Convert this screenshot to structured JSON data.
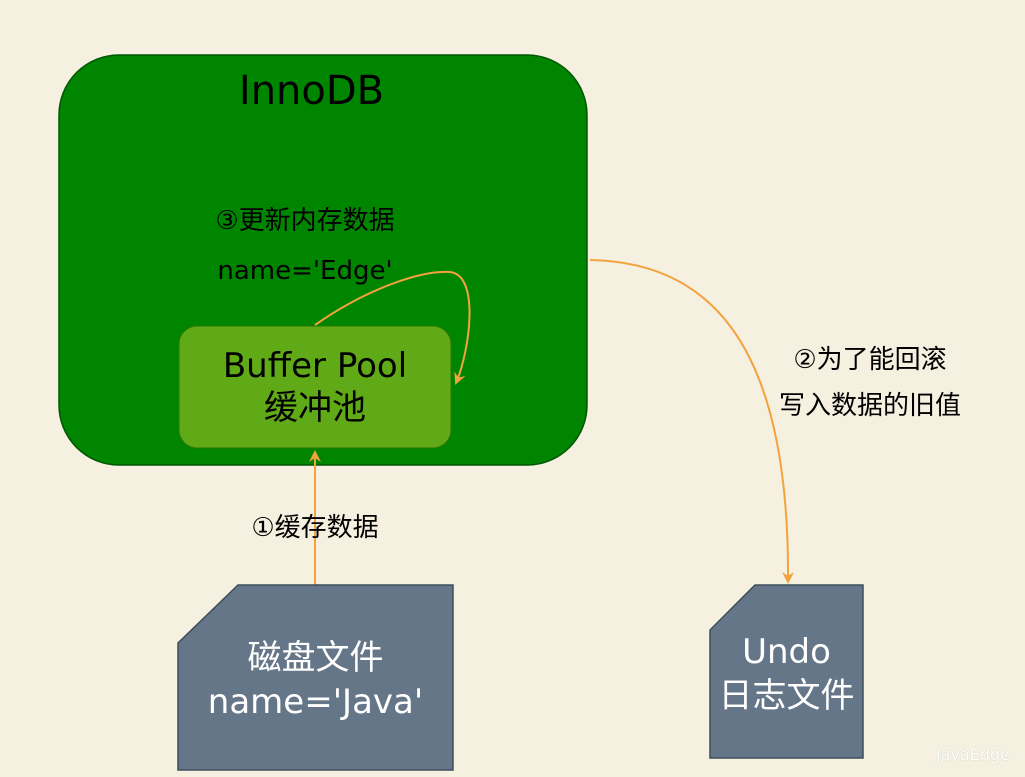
{
  "diagram": {
    "innodb": {
      "title": "InnoDB"
    },
    "step3": {
      "line1": "③更新内存数据",
      "line2": "name='Edge'"
    },
    "buffer_pool": {
      "line1": "Buffer Pool",
      "line2": "缓冲池"
    },
    "step1": {
      "label": "①缓存数据"
    },
    "step2": {
      "line1": "②为了能回滚",
      "line2": "写入数据的旧值"
    },
    "disk_file": {
      "line1": "磁盘文件",
      "line2": "name='Java'"
    },
    "undo_file": {
      "line1": "Undo",
      "line2": "日志文件"
    },
    "watermark": "JavaEdge"
  },
  "colors": {
    "background": "#f5f0e0",
    "innodb_fill": "#008500",
    "buffer_pool_fill": "#60a917",
    "file_fill": "#647687",
    "arrow": "#f4a23e"
  }
}
